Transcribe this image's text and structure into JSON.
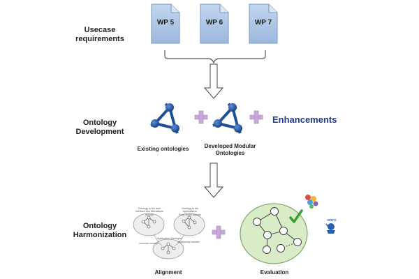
{
  "stages": {
    "usecase": "Usecase\nrequirements",
    "development": "Ontology\nDevelopment",
    "harmonization": "Ontology\nHarmonization"
  },
  "work_packages": [
    "WP 5",
    "WP 6",
    "WP 7"
  ],
  "development": {
    "existing_label": "Existing ontologies",
    "developed_label": "Developed Modular\nOntologies",
    "enhancements_label": "Enhancements"
  },
  "harmonization": {
    "alignment_label": "Alignment",
    "evaluation_label": "Evaluation",
    "alignment_notes": {
      "left_cluster": "Ontology in the User\ninterface and interactions\ndomain",
      "right_cluster": "Ontology in the\nApplications/\nFunc model domain",
      "bottom_cluster": "Application Ontologies",
      "link_left": "common concept",
      "link_right": "relationship transfer"
    },
    "badge_text": "ONTO"
  },
  "colors": {
    "doc_fill": "#a9c4e4",
    "doc_stroke": "#7a98bd",
    "ontology_blue": "#1f4e9a",
    "plus_purple": "#c9a8d8",
    "evaluation_fill": "#d8ecc7",
    "evaluation_stroke": "#7ea56a",
    "check_green": "#3a9d2f"
  }
}
